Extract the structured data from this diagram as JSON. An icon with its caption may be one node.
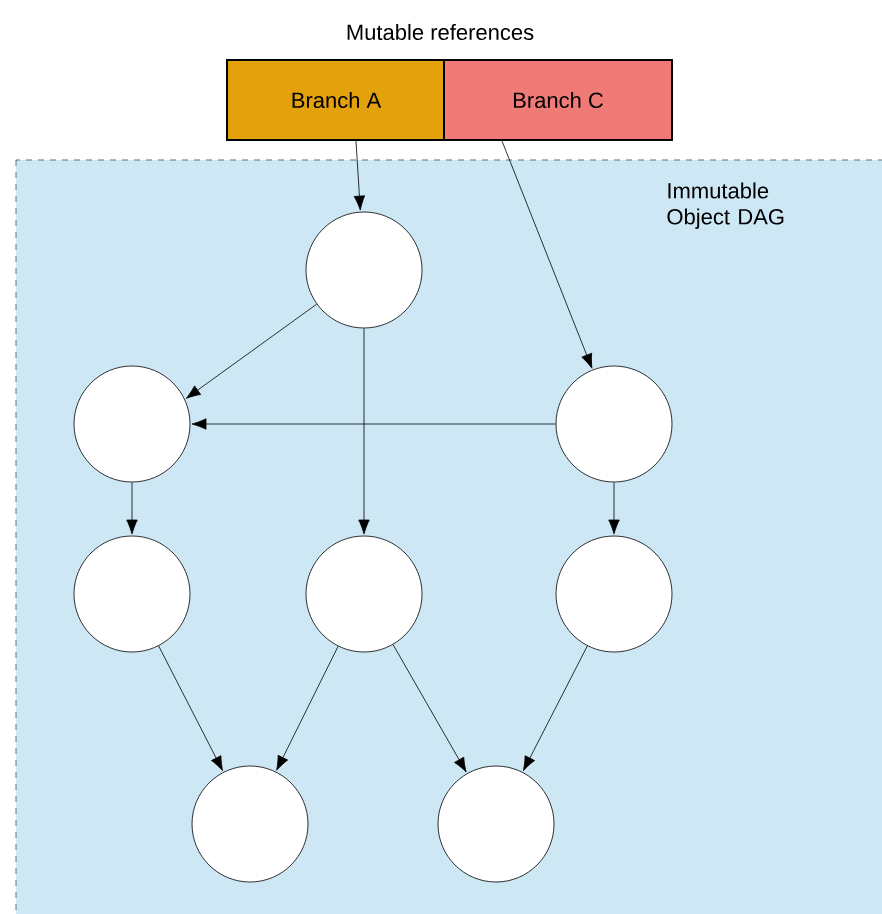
{
  "diagram": {
    "title": "Mutable references",
    "nodes": [
      {
        "text": [
          "Immutable Object DAG"
        ]
      },
      {
        "text": [
          "Branch A"
        ]
      },
      {
        "text": [
          "Branch C"
        ]
      },
      {
        "text": [],
        "shape": "circle",
        "in": 0
      },
      {
        "text": [],
        "shape": "circle",
        "in": 0
      },
      {
        "text": [],
        "shape": "circle",
        "in": 0
      },
      {
        "text": [],
        "shape": "circle",
        "in": 0
      },
      {
        "text": [],
        "shape": "circle",
        "in": 0
      },
      {
        "text": [],
        "shape": "circle",
        "in": 0
      },
      {
        "text": [],
        "shape": "circle",
        "in": 0
      },
      {
        "text": [],
        "shape": "circle",
        "in": 0
      }
    ],
    "edges": [
      {
        "from": 1,
        "to": 3,
        "arrow": "to"
      },
      {
        "from": 2,
        "to": 5,
        "arrow": "to"
      },
      {
        "from": 3,
        "to": 4,
        "arrow": "to"
      },
      {
        "from": 3,
        "to": 7,
        "arrow": "to"
      },
      {
        "from": 5,
        "to": 4,
        "arrow": "to"
      },
      {
        "from": 4,
        "to": 6,
        "arrow": "to"
      },
      {
        "from": 5,
        "to": 8,
        "arrow": "to"
      },
      {
        "from": 6,
        "to": 9,
        "arrow": "to"
      },
      {
        "from": 7,
        "to": 9,
        "arrow": "to"
      },
      {
        "from": 7,
        "to": 10,
        "arrow": "to"
      },
      {
        "from": 8,
        "to": 10,
        "arrow": "to"
      }
    ]
  }
}
